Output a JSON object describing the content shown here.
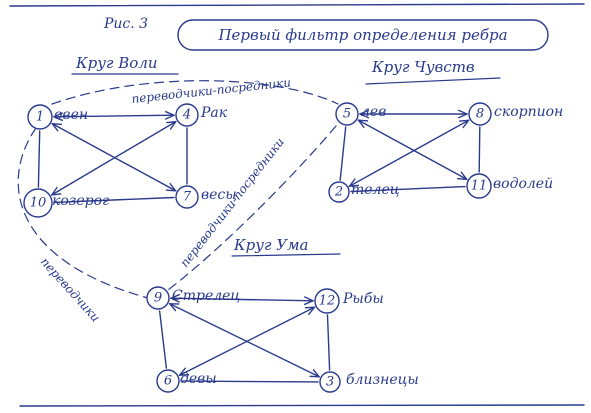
{
  "figure_label": "Рис. 3",
  "title": "Первый фильтр определения ребра",
  "groups": [
    {
      "id": "will",
      "title": "Круг Воли"
    },
    {
      "id": "feelings",
      "title": "Круг Чувств"
    },
    {
      "id": "mind",
      "title": "Круг Ума"
    }
  ],
  "nodes": [
    {
      "id": "n1",
      "number": "1",
      "label": "овен",
      "group": "will"
    },
    {
      "id": "n4",
      "number": "4",
      "label": "Рак",
      "group": "will"
    },
    {
      "id": "n10",
      "number": "10",
      "label": "козерог",
      "group": "will"
    },
    {
      "id": "n7",
      "number": "7",
      "label": "весы",
      "group": "will"
    },
    {
      "id": "n5",
      "number": "5",
      "label": "лев",
      "group": "feelings"
    },
    {
      "id": "n8",
      "number": "8",
      "label": "скорпион",
      "group": "feelings"
    },
    {
      "id": "n2",
      "number": "2",
      "label": "телец",
      "group": "feelings"
    },
    {
      "id": "n11",
      "number": "11",
      "label": "водолей",
      "group": "feelings"
    },
    {
      "id": "n9",
      "number": "9",
      "label": "Стрелец",
      "group": "mind"
    },
    {
      "id": "n12",
      "number": "12",
      "label": "Рыбы",
      "group": "mind"
    },
    {
      "id": "n6",
      "number": "6",
      "label": "девы",
      "group": "mind"
    },
    {
      "id": "n3",
      "number": "3",
      "label": "близнецы",
      "group": "mind"
    }
  ],
  "edges": [
    {
      "from": "n1",
      "to": "n4",
      "directed": true
    },
    {
      "from": "n1",
      "to": "n10",
      "directed": false
    },
    {
      "from": "n4",
      "to": "n7",
      "directed": false
    },
    {
      "from": "n10",
      "to": "n7",
      "directed": false
    },
    {
      "from": "n1",
      "to": "n7",
      "directed": true
    },
    {
      "from": "n4",
      "to": "n10",
      "directed": true
    },
    {
      "from": "n5",
      "to": "n8",
      "directed": true
    },
    {
      "from": "n5",
      "to": "n2",
      "directed": false
    },
    {
      "from": "n8",
      "to": "n11",
      "directed": false
    },
    {
      "from": "n2",
      "to": "n11",
      "directed": false
    },
    {
      "from": "n5",
      "to": "n11",
      "directed": true
    },
    {
      "from": "n8",
      "to": "n2",
      "directed": true
    },
    {
      "from": "n9",
      "to": "n12",
      "directed": true
    },
    {
      "from": "n9",
      "to": "n6",
      "directed": false
    },
    {
      "from": "n12",
      "to": "n3",
      "directed": false
    },
    {
      "from": "n6",
      "to": "n3",
      "directed": false
    },
    {
      "from": "n9",
      "to": "n3",
      "directed": true
    },
    {
      "from": "n12",
      "to": "n6",
      "directed": true
    }
  ],
  "connectors": [
    {
      "id": "will-feelings",
      "from": "n1",
      "to": "n5",
      "label": "переводчики-посредники",
      "style": "dashed"
    },
    {
      "id": "feelings-mind",
      "from": "n5",
      "to": "n9",
      "label": "переводчики-посредники",
      "style": "dashed"
    },
    {
      "id": "will-mind",
      "from": "n1",
      "to": "n9",
      "label": "переводчики",
      "style": "dashed"
    }
  ],
  "colors": {
    "ink": "#2a3a8c",
    "paper": "#ffffff"
  }
}
